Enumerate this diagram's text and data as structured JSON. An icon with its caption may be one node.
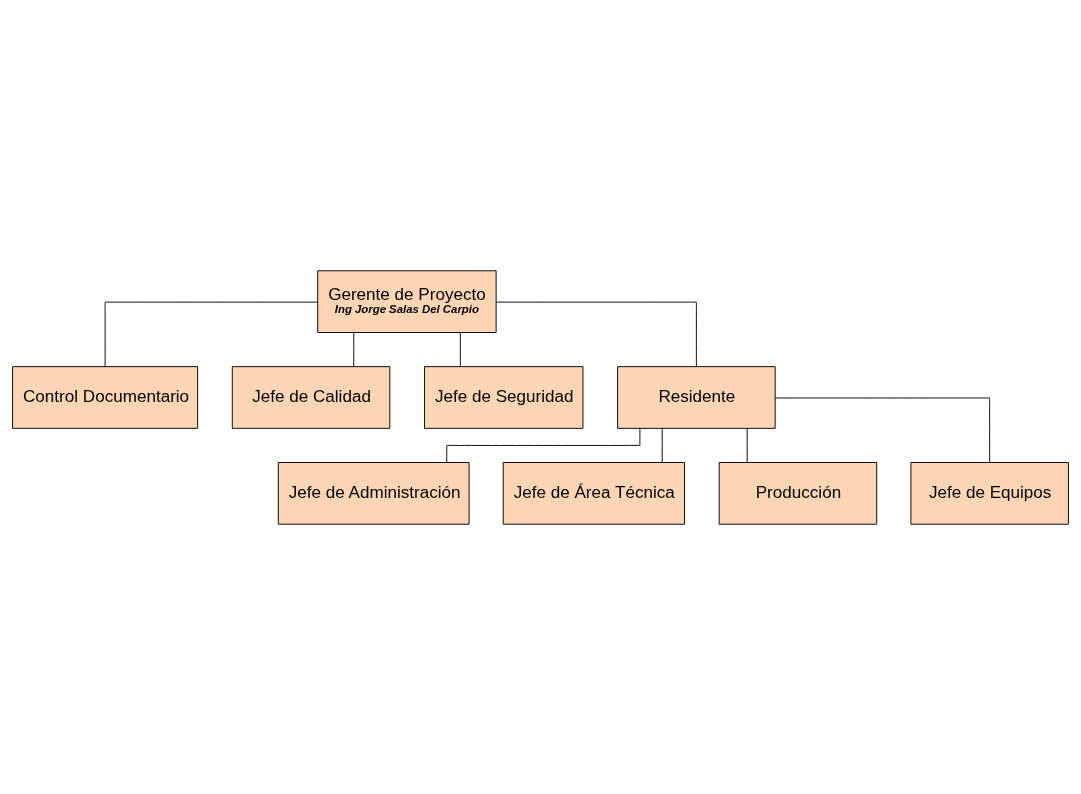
{
  "diagram": {
    "nodes": [
      {
        "text": [
          "Gerente de Proyecto",
          "Ing Jorge Salas Del Carpio"
        ]
      },
      {
        "text": [
          "Control Documentario"
        ]
      },
      {
        "text": [
          "Jefe de Calidad"
        ]
      },
      {
        "text": [
          "Jefe de Seguridad"
        ]
      },
      {
        "text": [
          "Residente"
        ]
      },
      {
        "text": [
          "Jefe de Administración"
        ]
      },
      {
        "text": [
          "Jefe de Área Técnica"
        ]
      },
      {
        "text": [
          "Producción"
        ]
      },
      {
        "text": [
          "Jefe de Equipos"
        ]
      }
    ],
    "edges": [
      {
        "from": 0,
        "to": 1,
        "arrow": "none"
      },
      {
        "from": 0,
        "to": 2,
        "arrow": "none"
      },
      {
        "from": 0,
        "to": 3,
        "arrow": "none"
      },
      {
        "from": 0,
        "to": 4,
        "arrow": "none"
      },
      {
        "from": 4,
        "to": 5,
        "arrow": "none"
      },
      {
        "from": 4,
        "to": 6,
        "arrow": "none"
      },
      {
        "from": 4,
        "to": 7,
        "arrow": "none"
      },
      {
        "from": 4,
        "to": 8,
        "arrow": "none"
      }
    ]
  }
}
